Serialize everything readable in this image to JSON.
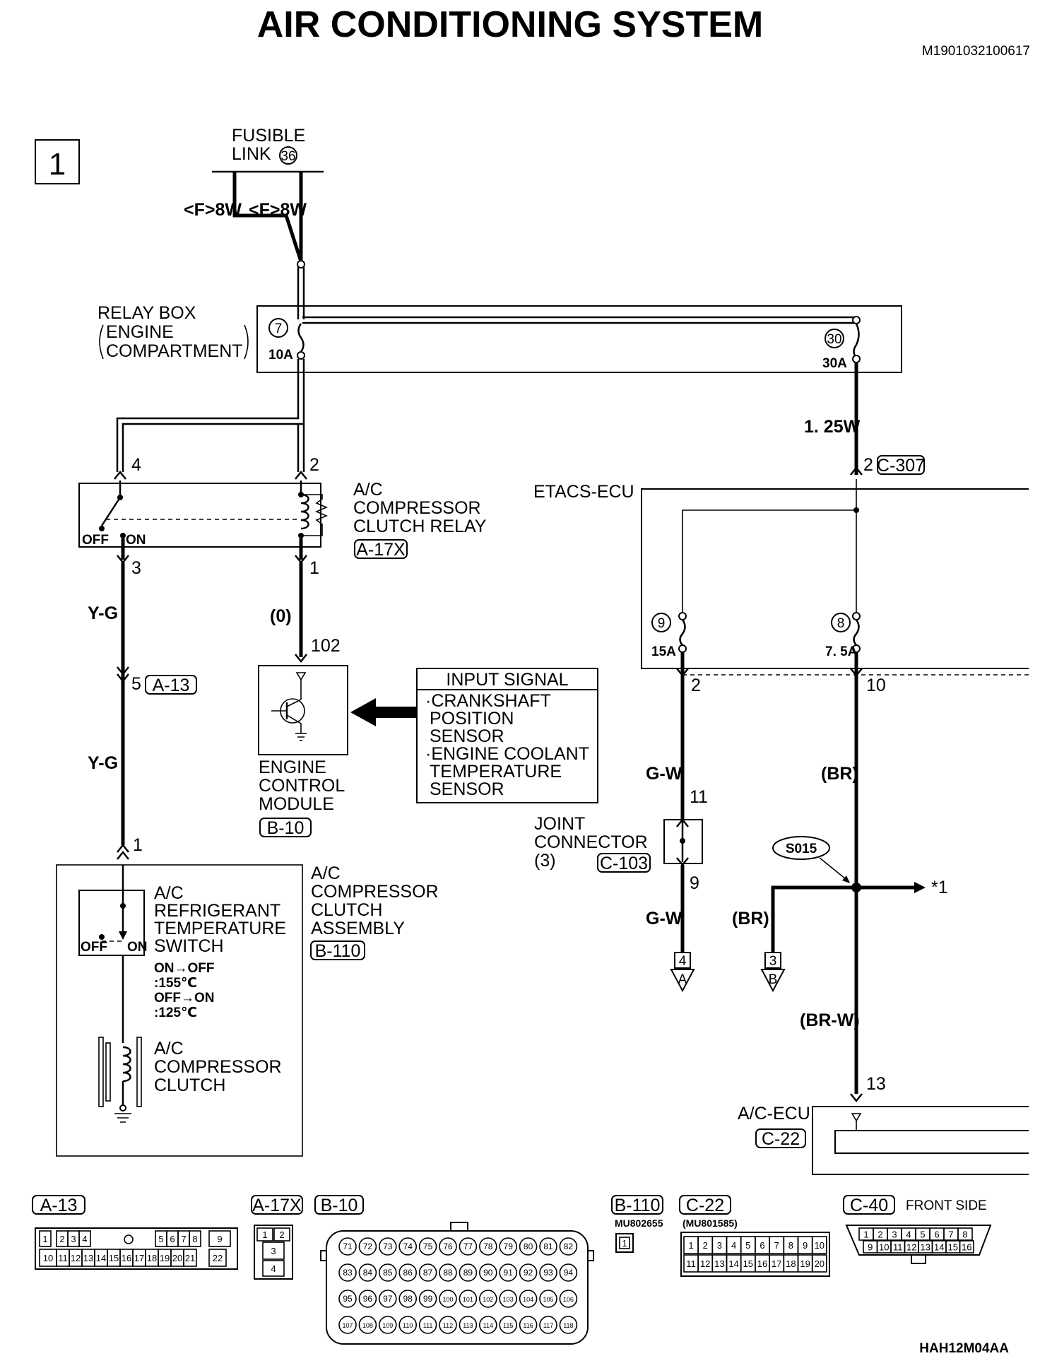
{
  "title": "AIR CONDITIONING SYSTEM",
  "doc_code": "M1901032100617",
  "figure_code": "HAH12M04AA",
  "page_box": "1",
  "fusible_link": {
    "line1": "FUSIBLE",
    "line2": "LINK",
    "num": "36",
    "wire_left": "<F>8W",
    "wire_right": "<F>8W"
  },
  "relay_box": {
    "line1": "RELAY BOX",
    "line2": "ENGINE",
    "line3": "COMPARTMENT",
    "fuse7_num": "7",
    "fuse7_rating": "10A",
    "fuse30_num": "30",
    "fuse30_rating": "30A",
    "wire": "1. 25W"
  },
  "clutch_relay": {
    "line1": "A/C",
    "line2": "COMPRESSOR",
    "line3": "CLUTCH RELAY",
    "connector": "A-17X",
    "pin4": "4",
    "pin2": "2",
    "pin3": "3",
    "pin1": "1",
    "off": "OFF",
    "on": "ON"
  },
  "wires": {
    "yg1": "Y-G",
    "yg2": "Y-G",
    "o": "(0)",
    "gw1": "G-W",
    "gw2": "G-W",
    "br1": "(BR)",
    "br2": "(BR)",
    "brw": "(BR-W)"
  },
  "a13_junction": {
    "pin": "5",
    "connector": "A-13"
  },
  "ecm": {
    "line1": "ENGINE",
    "line2": "CONTROL",
    "line3": "MODULE",
    "connector": "B-10",
    "pin": "102"
  },
  "input_signal": {
    "header": "INPUT SIGNAL",
    "line1": "·CRANKSHAFT",
    "line2": "POSITION",
    "line3": "SENSOR",
    "line4": "·ENGINE COOLANT",
    "line5": "TEMPERATURE",
    "line6": "SENSOR"
  },
  "etacs": {
    "label": "ETACS-ECU",
    "connector": "C-307",
    "pin_in": "2",
    "fuse9_num": "9",
    "fuse9_rating": "15A",
    "fuse8_num": "8",
    "fuse8_rating": "7. 5A",
    "pin_out2": "2",
    "pin_out10": "10"
  },
  "joint_connector": {
    "line1": "JOINT",
    "line2": "CONNECTOR",
    "line3": "(3)",
    "connector": "C-103",
    "pin_in": "11",
    "pin_out": "9"
  },
  "splice": {
    "label": "S015",
    "ref": "*1"
  },
  "terminals": {
    "a_num": "4",
    "a_letter": "A",
    "b_num": "3",
    "b_letter": "B"
  },
  "compressor_assembly": {
    "line1": "A/C",
    "line2": "COMPRESSOR",
    "line3": "CLUTCH",
    "line4": "ASSEMBLY",
    "connector": "B-110",
    "pin": "1"
  },
  "temp_switch": {
    "line1": "A/C",
    "line2": "REFRIGERANT",
    "line3": "TEMPERATURE",
    "line4": "SWITCH",
    "spec1": "ON→OFF",
    "spec2": ":155℃",
    "spec3": "OFF→ON",
    "spec4": ":125℃",
    "off": "OFF",
    "on": "ON"
  },
  "clutch": {
    "line1": "A/C",
    "line2": "COMPRESSOR",
    "line3": "CLUTCH"
  },
  "ac_ecu": {
    "label": "A/C-ECU",
    "connector": "C-22",
    "pin": "13"
  },
  "connector_views": {
    "a13": {
      "label": "A-13",
      "row1": [
        "1",
        "2",
        "3",
        "4",
        "5",
        "6",
        "7",
        "8",
        "9"
      ],
      "row2": [
        "10",
        "11",
        "12",
        "13",
        "14",
        "15",
        "16",
        "17",
        "18",
        "19",
        "20",
        "21",
        "22"
      ]
    },
    "a17x": {
      "label": "A-17X",
      "pins": [
        "1",
        "2",
        "3",
        "4"
      ]
    },
    "b10": {
      "label": "B-10",
      "row1": [
        "71",
        "72",
        "73",
        "74",
        "75",
        "76",
        "77",
        "78",
        "79",
        "80",
        "81",
        "82"
      ],
      "row2": [
        "83",
        "84",
        "85",
        "86",
        "87",
        "88",
        "89",
        "90",
        "91",
        "92",
        "93",
        "94"
      ],
      "row3": [
        "95",
        "96",
        "97",
        "98",
        "99",
        "100",
        "101",
        "102",
        "103",
        "104",
        "105",
        "106"
      ],
      "row4": [
        "107",
        "108",
        "109",
        "110",
        "111",
        "112",
        "113",
        "114",
        "115",
        "116",
        "117",
        "118"
      ]
    },
    "b110": {
      "label": "B-110",
      "part": "MU802655",
      "pin": "1"
    },
    "c22": {
      "label": "C-22",
      "part": "(MU801585)",
      "row1": [
        "1",
        "2",
        "3",
        "4",
        "5",
        "6",
        "7",
        "8",
        "9",
        "10"
      ],
      "row2": [
        "11",
        "12",
        "13",
        "14",
        "15",
        "16",
        "17",
        "18",
        "19",
        "20"
      ]
    },
    "c40": {
      "label": "C-40",
      "side": "FRONT SIDE",
      "row1": [
        "1",
        "2",
        "3",
        "4",
        "5",
        "6",
        "7",
        "8"
      ],
      "row2": [
        "9",
        "10",
        "11",
        "12",
        "13",
        "14",
        "15",
        "16"
      ]
    }
  }
}
